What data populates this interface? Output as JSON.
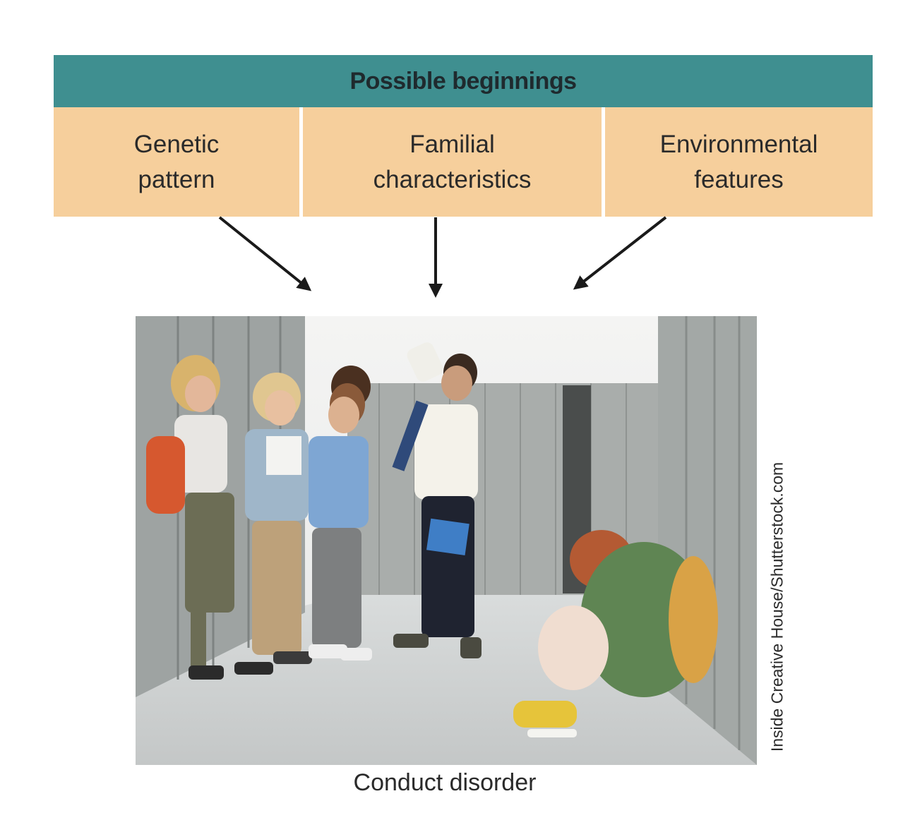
{
  "header": {
    "title": "Possible beginnings"
  },
  "boxes": [
    {
      "label": "Genetic\npattern"
    },
    {
      "label": "Familial\ncharacteristics"
    },
    {
      "label": "Environmental\nfeatures"
    }
  ],
  "outcome": {
    "caption": "Conduct disorder"
  },
  "photo": {
    "credit": "Inside Creative House/Shutterstock.com",
    "subject": "school-hallway-bullying-photo"
  },
  "colors": {
    "header_bg": "#3f8f90",
    "box_bg": "#f6cf9c",
    "arrow": "#1a1a1a"
  }
}
